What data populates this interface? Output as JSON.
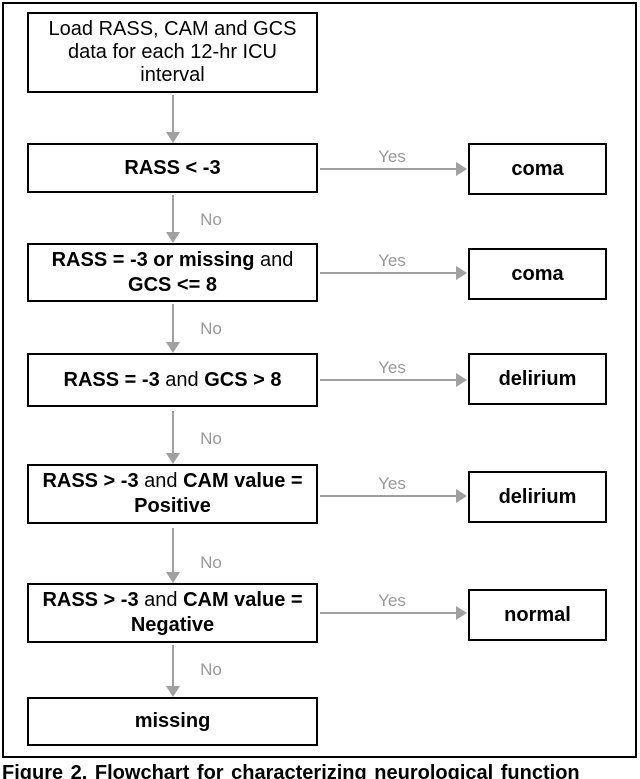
{
  "figure": {
    "caption": "Figure 2. Flowchart for characterizing neurological function"
  },
  "flowchart": {
    "start": {
      "line1": "Load RASS, CAM and GCS",
      "line2": "data for each 12-hr ICU",
      "line3": "interval"
    },
    "decisions": {
      "d1": {
        "bold1": "RASS < -3"
      },
      "d2": {
        "line1_bold": "RASS = -3 or missing",
        "line1_plain": " and",
        "line2_bold": "GCS <= 8"
      },
      "d3": {
        "bold1": "RASS = -3",
        "plain1": " and ",
        "bold2": "GCS > 8"
      },
      "d4": {
        "line1_bold1": "RASS > -3",
        "line1_plain": " and ",
        "line1_bold2": "CAM value =",
        "line2_bold": "Positive"
      },
      "d5": {
        "line1_bold1": "RASS > -3",
        "line1_plain": " and ",
        "line1_bold2": "CAM value =",
        "line2_bold": "Negative"
      },
      "end": {
        "label": "missing"
      }
    },
    "outcomes": {
      "o1": "coma",
      "o2": "coma",
      "o3": "delirium",
      "o4": "delirium",
      "o5": "normal"
    },
    "edge_labels": {
      "yes": "Yes",
      "no": "No"
    },
    "colors": {
      "box_border": "#000000",
      "box_fill": "#ffffff",
      "arrow_gray": "#a0a0a0",
      "edge_label_gray": "#999999",
      "text_black": "#000000",
      "background": "#ffffff"
    }
  }
}
